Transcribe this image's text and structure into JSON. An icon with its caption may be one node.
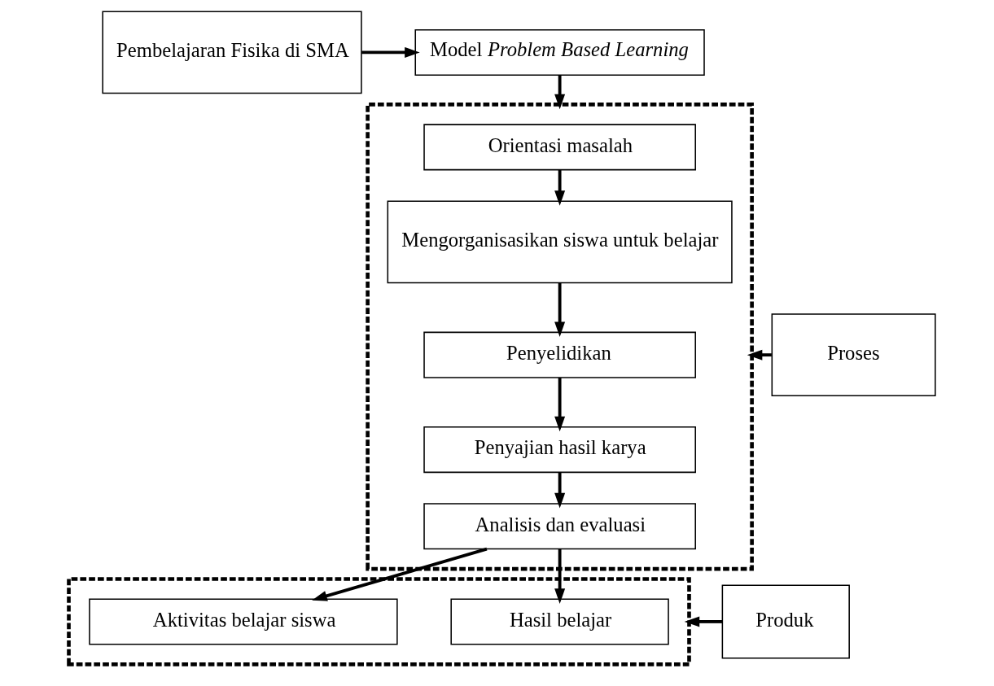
{
  "diagram": {
    "nodes": [
      {
        "text": [
          "Model *Problem Based Learning*"
        ]
      },
      {
        "text": [
          "Pembelajaran Fisika di SMA"
        ]
      },
      {
        "text": [],
        "shape": "box"
      },
      {
        "text": [
          "Orientasi masalah"
        ],
        "in": 2
      },
      {
        "text": [
          "Mengorganisasikan siswa untuk belajar"
        ],
        "in": 2
      },
      {
        "text": [
          "Penyelidikan"
        ],
        "in": 2
      },
      {
        "text": [
          "Penyajian hasil karya"
        ],
        "in": 2
      },
      {
        "text": [
          "Analisis dan evaluasi"
        ],
        "in": 2
      },
      {
        "text": [
          "Proses"
        ]
      },
      {
        "text": [],
        "shape": "box"
      },
      {
        "text": [
          "Hasil belajar"
        ],
        "in": 9
      },
      {
        "text": [
          "Aktivitas belajar siswa"
        ],
        "in": 9
      },
      {
        "text": [
          "Produk"
        ]
      }
    ],
    "edges": [
      {
        "from": 1,
        "to": 0,
        "arrow": "to"
      },
      {
        "from": 0,
        "to": 2,
        "arrow": "to"
      },
      {
        "from": 3,
        "to": 4,
        "arrow": "to"
      },
      {
        "from": 4,
        "to": 5,
        "arrow": "to"
      },
      {
        "from": 5,
        "to": 6,
        "arrow": "to"
      },
      {
        "from": 6,
        "to": 7,
        "arrow": "to"
      },
      {
        "from": 8,
        "to": 2,
        "arrow": "to"
      },
      {
        "from": 7,
        "to": 10,
        "arrow": "to"
      },
      {
        "from": 7,
        "to": 11,
        "arrow": "to"
      },
      {
        "from": 12,
        "to": 9,
        "arrow": "to"
      }
    ]
  }
}
